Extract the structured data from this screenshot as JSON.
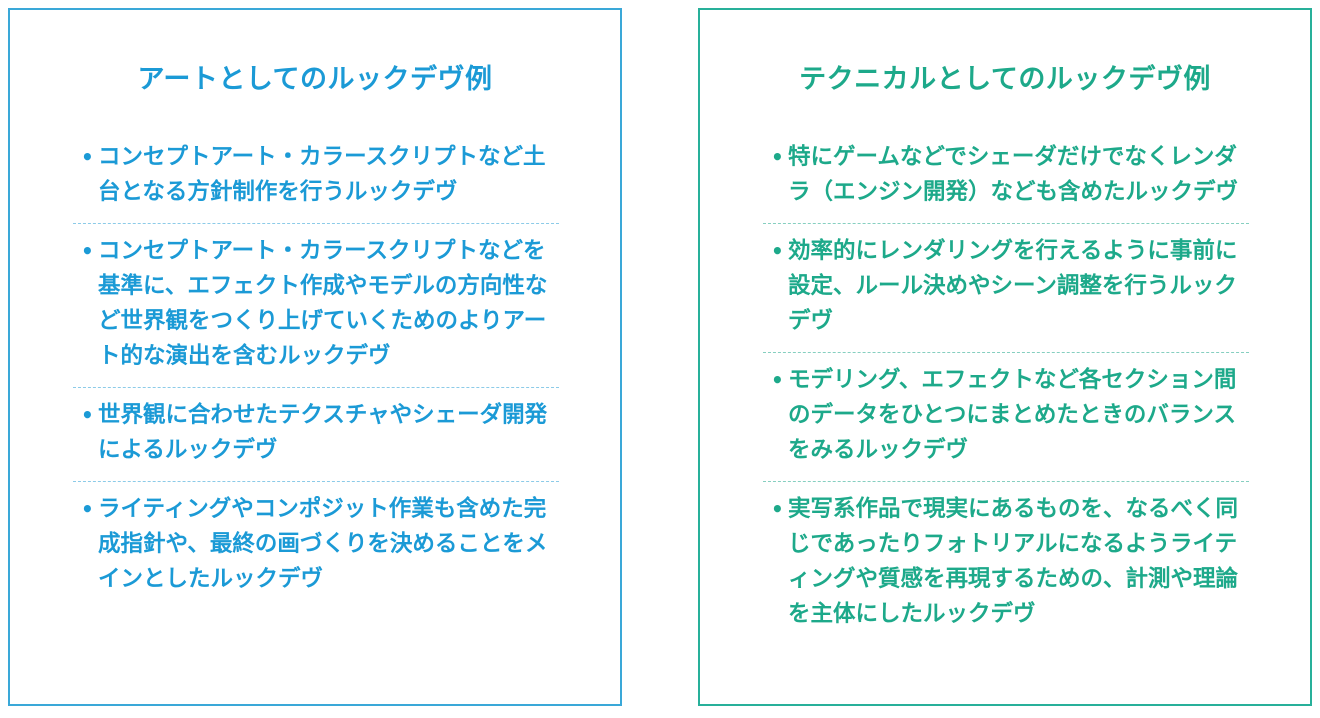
{
  "panels": {
    "art": {
      "title": "アートとしてのルックデヴ例",
      "color": "#1b9ad6",
      "border_color": "#3aa8d8",
      "items": [
        "コンセプトアート・カラースクリプトなど土台となる方針制作を行うルックデヴ",
        "コンセプトアート・カラースクリプトなどを基準に、エフェクト作成やモデルの方向性など世界観をつくり上げていくためのよりアート的な演出を含むルックデヴ",
        "世界観に合わせたテクスチャやシェーダ開発によるルックデヴ",
        "ライティングやコンポジット作業も含めた完成指針や、最終の画づくりを決めることをメインとしたルックデヴ"
      ]
    },
    "tech": {
      "title": "テクニカルとしてのルックデヴ例",
      "color": "#1da98a",
      "border_color": "#28b09a",
      "items": [
        "特にゲームなどでシェーダだけでなくレンダラ（エンジン開発）なども含めたルックデヴ",
        "効率的にレンダリングを行えるように事前に設定、ルール決めやシーン調整を行うルックデヴ",
        "モデリング、エフェクトなど各セクション間のデータをひとつにまとめたときのバランスをみるルックデヴ",
        "実写系作品で現実にあるものを、なるべく同じであったりフォトリアルになるようライティングや質感を再現するための、計測や理論を主体にしたルックデヴ"
      ]
    }
  },
  "bullet_char": "•"
}
